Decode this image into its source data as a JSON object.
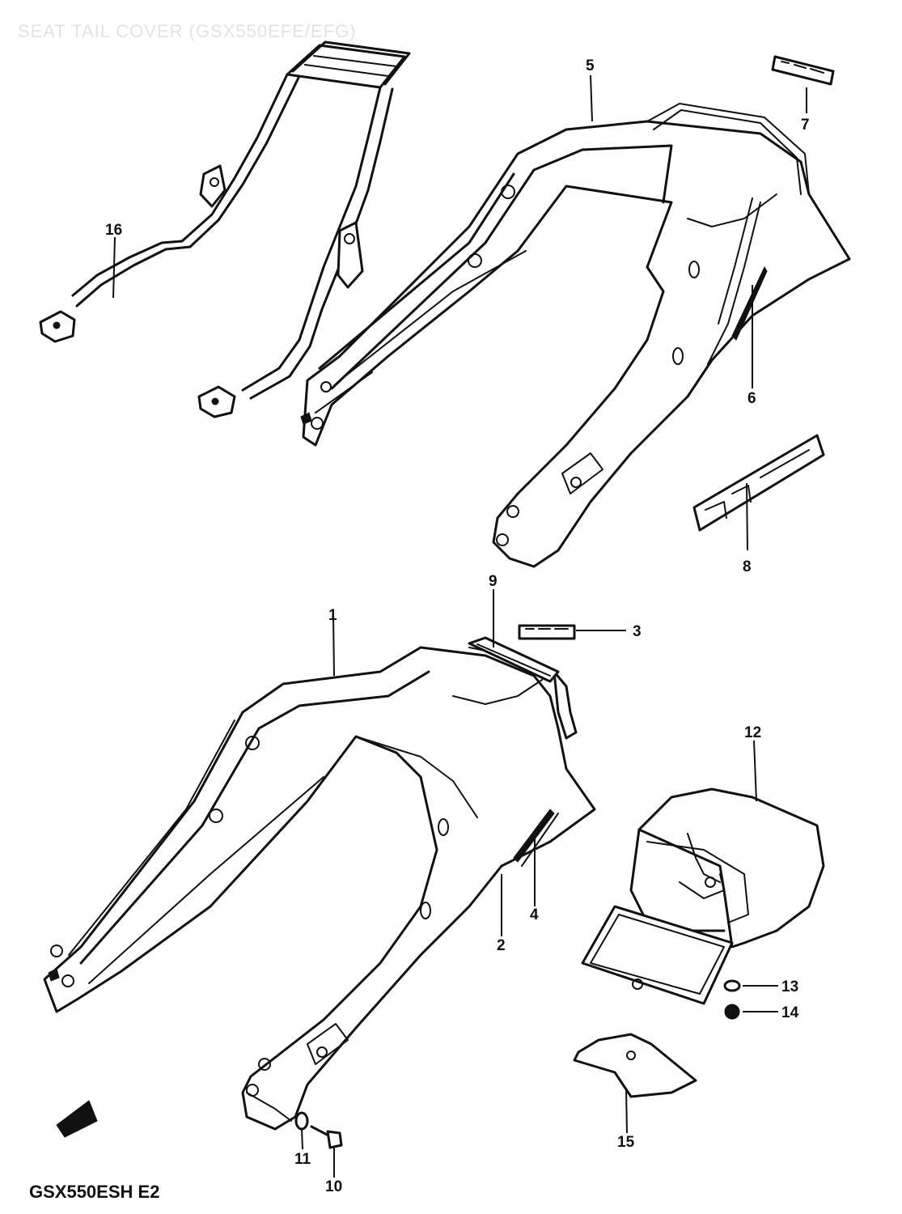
{
  "diagram": {
    "title": "SEAT TAIL COVER (GSX550EFE/EFG)",
    "footer": "GSX550ESH E2",
    "callouts": [
      {
        "id": "c1",
        "label": "1"
      },
      {
        "id": "c2",
        "label": "2"
      },
      {
        "id": "c3",
        "label": "3"
      },
      {
        "id": "c4",
        "label": "4"
      },
      {
        "id": "c5",
        "label": "5"
      },
      {
        "id": "c6",
        "label": "6"
      },
      {
        "id": "c7",
        "label": "7"
      },
      {
        "id": "c8",
        "label": "8"
      },
      {
        "id": "c9",
        "label": "9"
      },
      {
        "id": "c10",
        "label": "10"
      },
      {
        "id": "c11",
        "label": "11"
      },
      {
        "id": "c12",
        "label": "12"
      },
      {
        "id": "c13",
        "label": "13"
      },
      {
        "id": "c14",
        "label": "14"
      },
      {
        "id": "c15",
        "label": "15"
      },
      {
        "id": "c16",
        "label": "16"
      }
    ]
  }
}
